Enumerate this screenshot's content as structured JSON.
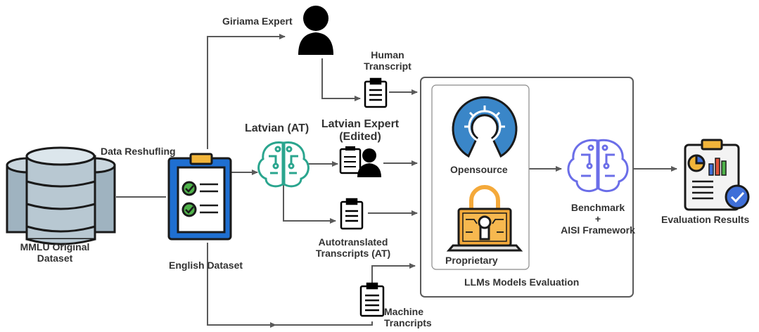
{
  "labels": {
    "giriama_expert": "Giriama Expert",
    "human_transcript_1": "Human",
    "human_transcript_2": "Transcript",
    "latvian_at": "Latvian (AT)",
    "latvian_expert_1": "Latvian Expert",
    "latvian_expert_2": "(Edited)",
    "data_reshuffling": "Data Reshufling",
    "mmlu_1": "MMLU Original",
    "mmlu_2": "Dataset",
    "english_dataset": "English Dataset",
    "autotranslated_1": "Autotranslated",
    "autotranslated_2": "Transcripts (AT)",
    "machine_1": "Machine",
    "machine_2": "Trancripts",
    "opensource": "Opensource",
    "proprietary": "Proprietary",
    "benchmark_1": "Benchmark",
    "benchmark_2": "+",
    "benchmark_3": "AISI Framework",
    "llms_eval": "LLMs Models Evaluation",
    "evaluation_results": "Evaluation Results"
  },
  "colors": {
    "line": "#5a5a5a",
    "text": "#333333",
    "database": "#9fb3c0",
    "clipboard_blue": "#1f6fd1",
    "clipboard_gold": "#f2b53a",
    "check_green": "#4fb24a",
    "brain_teal": "#2aa58e",
    "brain_purple": "#6b6ee8",
    "opensource_blue": "#3a86c8",
    "lock_orange": "#f4a93a",
    "report_blue": "#3f6fd8"
  },
  "icons": {
    "database": "database-icon",
    "clipboard_main": "clipboard-checklist-icon",
    "person": "person-icon",
    "transcript": "transcript-icon",
    "brain_teal": "ai-brain-icon",
    "brain_purple": "ai-brain-icon",
    "opensource": "open-source-icon",
    "laptop_lock": "laptop-lock-icon",
    "report": "report-icon"
  }
}
